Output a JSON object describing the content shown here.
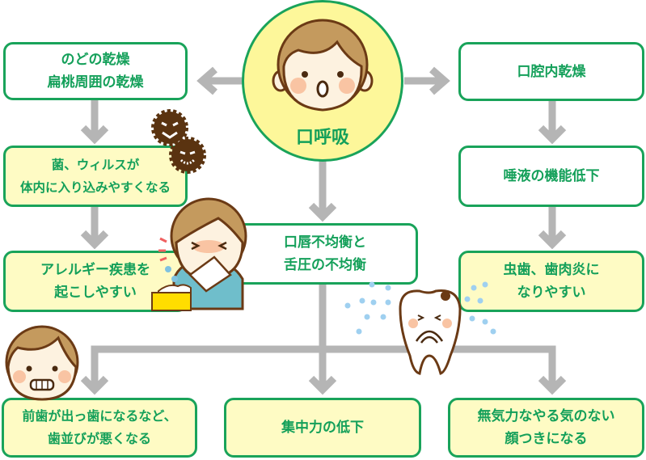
{
  "diagram": {
    "center": {
      "label": "口呼吸",
      "icon": "surprised-child-face-icon"
    },
    "nodes": {
      "throat_dry": {
        "lines": [
          "のどの乾燥",
          "扁桃周囲の乾燥"
        ]
      },
      "bacteria_virus": {
        "lines": [
          "菌、ウィルスが",
          "体内に入り込みやすくなる"
        ]
      },
      "allergy": {
        "lines": [
          "アレルギー疾患を",
          "起こしやすい"
        ]
      },
      "mouth_dry": {
        "lines": [
          "口腔内乾燥"
        ]
      },
      "saliva": {
        "lines": [
          "唾液の機能低下"
        ]
      },
      "caries": {
        "lines": [
          "虫歯、歯肉炎に",
          "なりやすい"
        ]
      },
      "lip_tongue": {
        "lines": [
          "口唇不均衡と",
          "舌圧の不均衡"
        ]
      },
      "teeth_alignment": {
        "lines": [
          "前歯が出っ歯になるなど、",
          "歯並びが悪くなる"
        ]
      },
      "concentration": {
        "lines": [
          "集中力の低下"
        ]
      },
      "face": {
        "lines": [
          "無気力なやる気のない",
          "顔つきになる"
        ]
      }
    },
    "edges": [
      [
        "center",
        "throat_dry"
      ],
      [
        "center",
        "mouth_dry"
      ],
      [
        "center",
        "lip_tongue"
      ],
      [
        "throat_dry",
        "bacteria_virus"
      ],
      [
        "bacteria_virus",
        "allergy"
      ],
      [
        "mouth_dry",
        "saliva"
      ],
      [
        "saliva",
        "caries"
      ],
      [
        "lip_tongue",
        "teeth_alignment"
      ],
      [
        "lip_tongue",
        "concentration"
      ],
      [
        "lip_tongue",
        "face"
      ]
    ],
    "illustrations": [
      "germ-icon",
      "sneezing-child-icon",
      "tissue-box-icon",
      "crying-tooth-icon",
      "bucktooth-child-icon"
    ],
    "colors": {
      "border": "#19a35a",
      "text": "#14a05a",
      "yellow_fill": "#fefbc4",
      "circle_fill": "#fdf79a",
      "arrow": "#b5b5b5"
    }
  }
}
